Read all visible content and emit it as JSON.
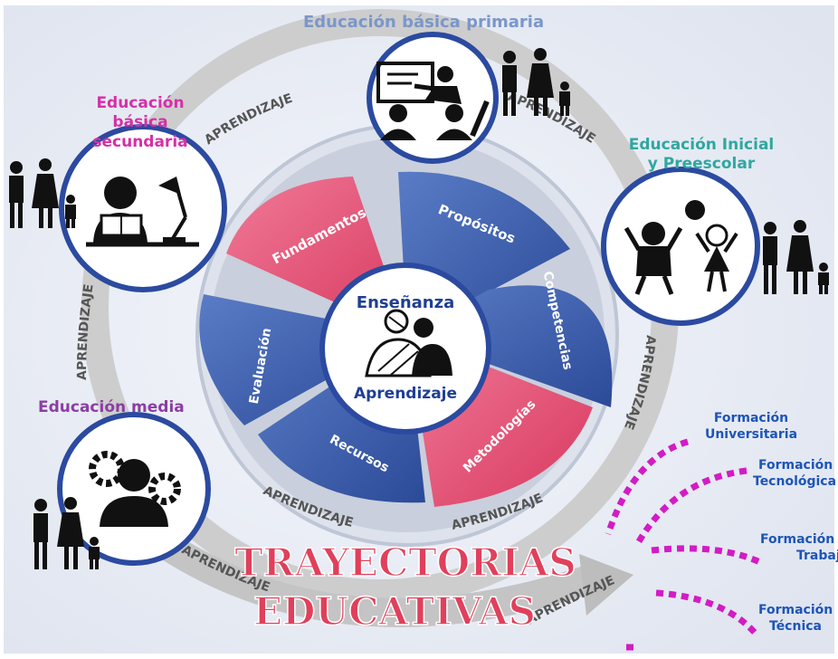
{
  "colors": {
    "primaria": "#7b97c9",
    "secundaria": "#d62fa8",
    "inicial": "#2fa7a0",
    "media": "#8b3ea3",
    "formacion": "#1d55b8",
    "ring_blue": "#2b4aa0",
    "petal_blue": "#3c5fb0",
    "petal_pink": "#e85579",
    "arrow_gray": "#bcbcbc",
    "title_red": "#e0405b",
    "dots_magenta": "#d21cc4"
  },
  "stages": {
    "primaria": "Educación básica primaria",
    "secundaria_1": "Educación básica",
    "secundaria_2": "secundaria",
    "inicial_1": "Educación Inicial",
    "inicial_2": "y Preescolar",
    "media": "Educación media"
  },
  "petals": {
    "fundamentos": "Fundamentos",
    "propositos": "Propósitos",
    "competencias": "Competencias",
    "metodologias": "Metodologías",
    "recursos": "Recursos",
    "evaluacion": "Evaluación"
  },
  "center": {
    "top": "Enseñanza",
    "bottom": "Aprendizaje"
  },
  "ring_label": "APRENDIZAJE",
  "title": {
    "line1": "TRAYECTORIAS",
    "line2": "EDUCATIVAS"
  },
  "outcomes": {
    "universitaria_1": "Formación",
    "universitaria_2": "Universitaria",
    "tecnologica_1": "Formación",
    "tecnologica_2": "Tecnológica",
    "trabajo_1": "Formación",
    "trabajo_2": "Trabajo",
    "tecnica_1": "Formación",
    "tecnica_2": "Técnica"
  },
  "icons": {
    "primaria": "teacher-classroom-icon",
    "secundaria": "student-reading-icon",
    "inicial": "children-playing-icon",
    "media": "person-gears-icon",
    "center": "teacher-student-icon",
    "family": "family-icon"
  }
}
